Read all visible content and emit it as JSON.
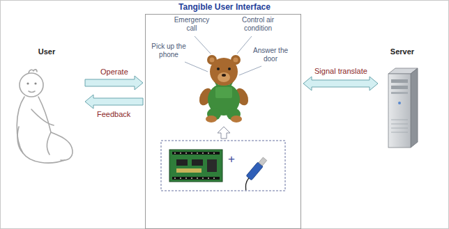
{
  "diagram": {
    "title": "Tangible User Interface",
    "nodes": [
      {
        "text": [
          "User"
        ]
      },
      {
        "text": [
          "Emergency call",
          "Control air condition",
          "Pick up the phone",
          "Answer the door"
        ]
      },
      {
        "text": [
          "Server"
        ]
      }
    ],
    "edges": [
      {
        "from": 0,
        "to": 1,
        "label": "Operate",
        "arrow": "to"
      },
      {
        "from": 1,
        "to": 0,
        "label": "Feedback",
        "arrow": "to"
      },
      {
        "from": 1,
        "to": 2,
        "label": "Signal translate",
        "arrow": "both"
      }
    ],
    "labels": [
      "+"
    ]
  }
}
